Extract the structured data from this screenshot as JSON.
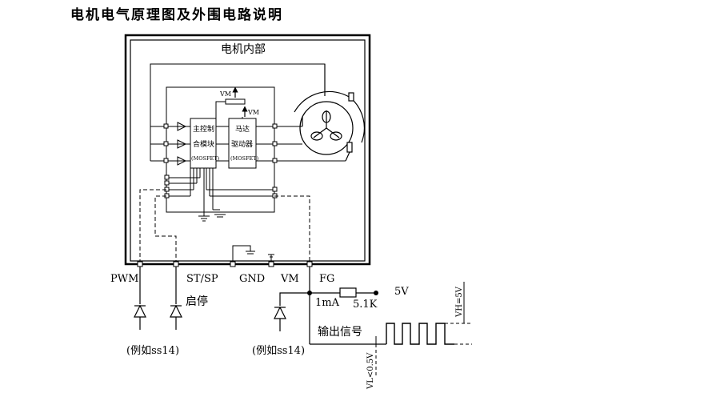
{
  "title": "电机电气原理图及外围电路说明",
  "motor_box_label": "电机内部",
  "controller": {
    "line1": "主控制",
    "line2": "合模块",
    "line3": "(MOSFET)"
  },
  "driver": {
    "line1": "马达",
    "line2": "驱动器",
    "line3": "(MOSFET)"
  },
  "vm_small_1": "VM",
  "vm_small_2": "VM",
  "pins": {
    "pwm": "PWM",
    "stsp": "ST/SP",
    "gnd": "GND",
    "vm": "VM",
    "fg": "FG"
  },
  "start_stop_label": "启停",
  "example_left": "(例如ss14)",
  "example_right": "(例如ss14)",
  "current_label": "1mA",
  "resistor_label": "5.1K",
  "supply_label": "5V",
  "output_label": "输出信号",
  "vh_label": "VH=5V",
  "vl_label": "VL<0.5V"
}
